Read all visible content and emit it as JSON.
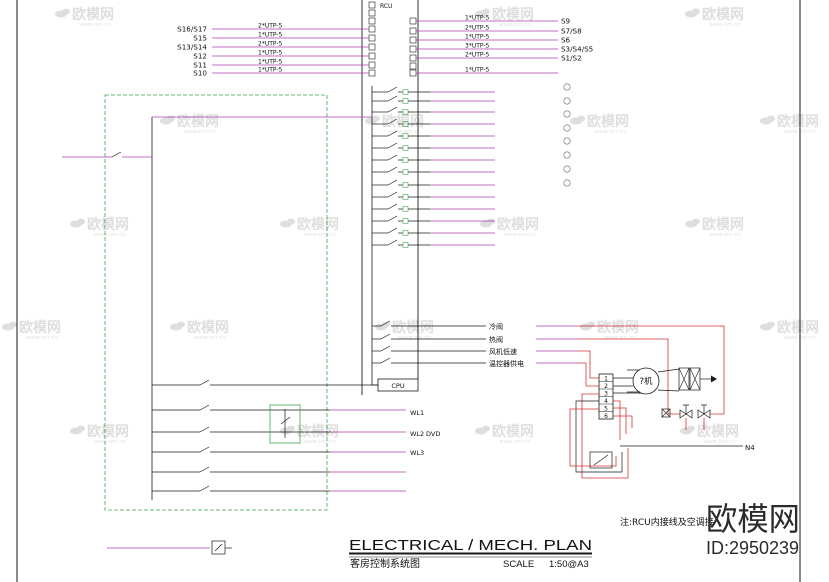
{
  "drawing": {
    "rcu_label": "RCU",
    "cpu_label": "CPU"
  },
  "left_inputs": [
    {
      "switch": "S16/S17",
      "cable": "2*UTP-5"
    },
    {
      "switch": "S15",
      "cable": "1*UTP-5"
    },
    {
      "switch": "S13/S14",
      "cable": "2*UTP-5"
    },
    {
      "switch": "S12",
      "cable": "1*UTP-5"
    },
    {
      "switch": "S11",
      "cable": "1*UTP-5"
    },
    {
      "switch": "S10",
      "cable": "1*UTP-5"
    }
  ],
  "right_inputs": [
    {
      "switch": "S9",
      "cable": "1*UTP-5"
    },
    {
      "switch": "S7/S8",
      "cable": "2*UTP-5"
    },
    {
      "switch": "S6",
      "cable": "1*UTP-5"
    },
    {
      "switch": "S3/S4/S5",
      "cable": "3*UTP-5"
    },
    {
      "switch": "S1/S2",
      "cable": "2*UTP-5"
    },
    {
      "cable": "1*UTP-5"
    }
  ],
  "hvac_outputs": [
    "冷阀",
    "热阀",
    "风机低速",
    "温控器供电"
  ],
  "lighting_circuits": [
    {
      "circuit": "WL1"
    },
    {
      "circuit": "WL2",
      "note": "DVD"
    },
    {
      "circuit": "WL3"
    }
  ],
  "fan_coil": {
    "terminals": [
      "1",
      "2",
      "3",
      "4",
      "5",
      "6"
    ],
    "fan_label": "?机",
    "neutral_label": "N4"
  },
  "note": "注:RCU内接线及空调接",
  "title_block": {
    "title": "ELECTRICAL / MECH. PLAN",
    "subtitle": "客房控制系统图",
    "scale_label": "SCALE",
    "scale_value": "1:50@A3"
  },
  "watermark": {
    "brand": "欧模网",
    "url": "www.om.cn",
    "id": "ID:2950239"
  },
  "colors": {
    "line": "#1a1a1a",
    "wire": "#b23bb2",
    "control_wire": "#d63232",
    "panel_outline": "#3ea84e"
  }
}
